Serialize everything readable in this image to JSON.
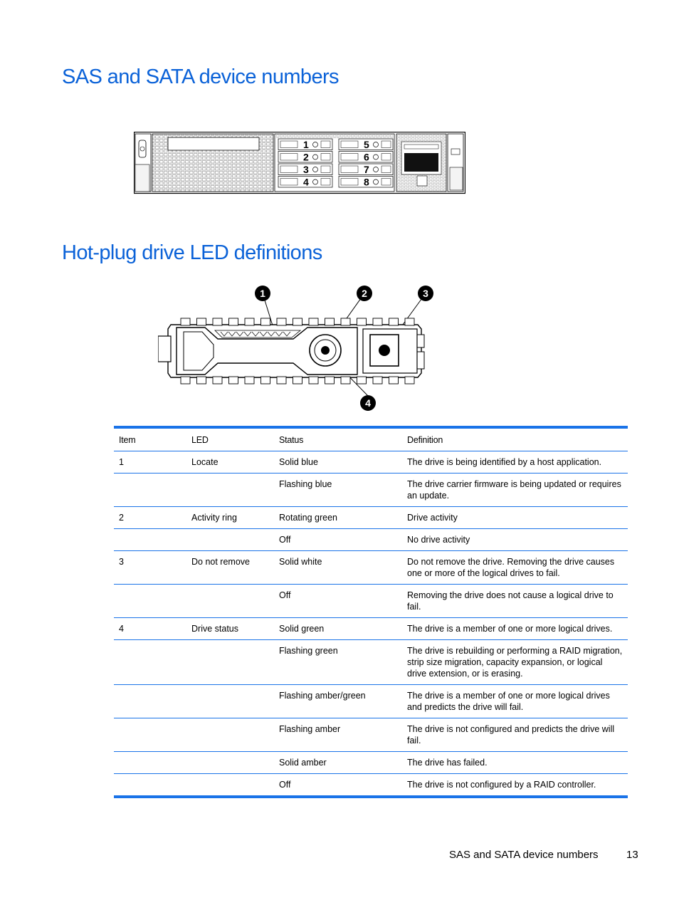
{
  "headings": {
    "section1": "SAS and SATA device numbers",
    "section2": "Hot-plug drive LED definitions"
  },
  "server_figure": {
    "bay_numbers": [
      "1",
      "2",
      "3",
      "4",
      "5",
      "6",
      "7",
      "8"
    ]
  },
  "drive_figure": {
    "callouts": [
      "1",
      "2",
      "3",
      "4"
    ]
  },
  "table": {
    "headers": [
      "Item",
      "LED",
      "Status",
      "Definition"
    ],
    "rows": [
      {
        "item": "1",
        "led": "Locate",
        "status": "Solid blue",
        "definition": "The drive is being identified by a host application."
      },
      {
        "item": "",
        "led": "",
        "status": "Flashing blue",
        "definition": "The drive carrier firmware is being updated or requires an update."
      },
      {
        "item": "2",
        "led": "Activity ring",
        "status": "Rotating green",
        "definition": "Drive activity"
      },
      {
        "item": "",
        "led": "",
        "status": "Off",
        "definition": "No drive activity"
      },
      {
        "item": "3",
        "led": "Do not remove",
        "status": "Solid white",
        "definition": "Do not remove the drive. Removing the drive causes one or more of the logical drives to fail."
      },
      {
        "item": "",
        "led": "",
        "status": "Off",
        "definition": "Removing the drive does not cause a logical drive to fail."
      },
      {
        "item": "4",
        "led": "Drive status",
        "status": "Solid green",
        "definition": "The drive is a member of one or more logical drives."
      },
      {
        "item": "",
        "led": "",
        "status": "Flashing green",
        "definition": "The drive is rebuilding or performing a RAID migration, strip size migration, capacity expansion, or logical drive extension, or is erasing."
      },
      {
        "item": "",
        "led": "",
        "status": "Flashing amber/green",
        "definition": "The drive is a member of one or more logical drives and predicts the drive will fail."
      },
      {
        "item": "",
        "led": "",
        "status": "Flashing amber",
        "definition": "The drive is not configured and predicts the drive will fail."
      },
      {
        "item": "",
        "led": "",
        "status": "Solid amber",
        "definition": "The drive has failed."
      },
      {
        "item": "",
        "led": "",
        "status": "Off",
        "definition": "The drive is not configured by a RAID controller."
      }
    ]
  },
  "footer": {
    "section_title": "SAS and SATA device numbers",
    "page_number": "13"
  },
  "colors": {
    "heading": "#0b62d8",
    "table_rule": "#1a73e8"
  }
}
